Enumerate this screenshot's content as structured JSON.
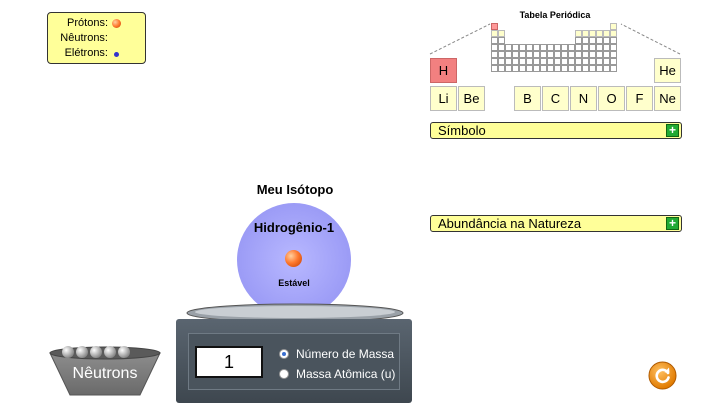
{
  "legend": {
    "protons_label": "Prótons:",
    "neutrons_label": "Nêutrons:",
    "electrons_label": "Elétrons:"
  },
  "periodic_table": {
    "title": "Tabela Periódica",
    "elements": [
      {
        "symbol": "H",
        "selected": true
      },
      {
        "symbol": "He"
      },
      {
        "symbol": "Li"
      },
      {
        "symbol": "Be"
      },
      {
        "symbol": "B"
      },
      {
        "symbol": "C"
      },
      {
        "symbol": "N"
      },
      {
        "symbol": "O"
      },
      {
        "symbol": "F"
      },
      {
        "symbol": "Ne"
      }
    ]
  },
  "panels": {
    "symbol_label": "Símbolo",
    "abundance_label": "Abundância na Natureza",
    "expand_icon": "plus-icon"
  },
  "isotope": {
    "heading": "Meu Isótopo",
    "element_name": "Hidrogênio-1",
    "stability": "Estável"
  },
  "scale": {
    "readout": "1",
    "option_mass_number": "Número de Massa",
    "option_atomic_mass": "Massa Atômica (u)",
    "selected": "mass_number"
  },
  "bucket": {
    "label": "Nêutrons"
  },
  "colors": {
    "legend_bg": "#ffff99",
    "selected_element": "#f28080",
    "element_cell": "#ffffcc",
    "cloud": "#8f8ff2",
    "proton": "#ff7a30",
    "electron": "#3333cc",
    "accent_green": "#22aa33",
    "reset_orange": "#f08a10"
  }
}
